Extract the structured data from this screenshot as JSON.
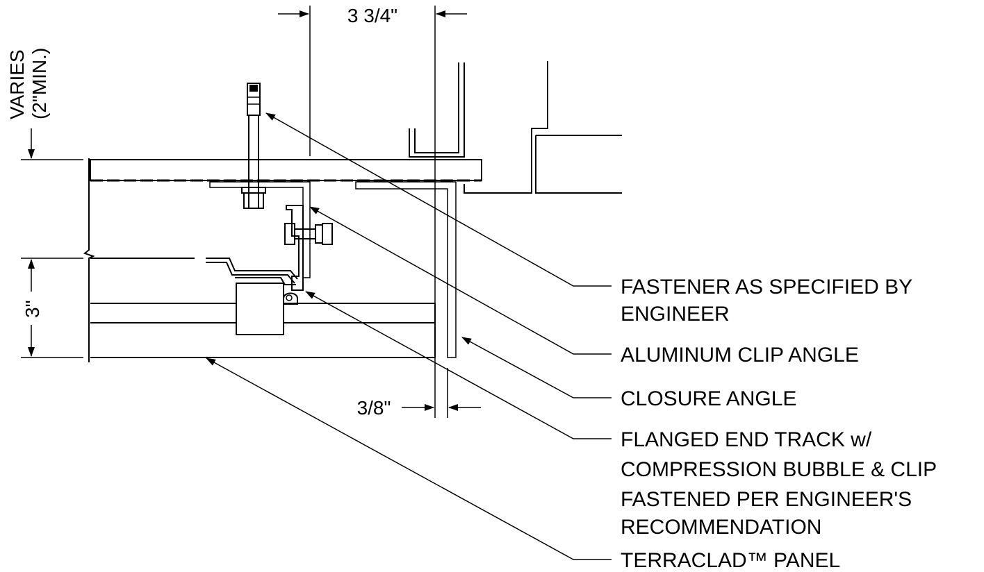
{
  "dimensions": {
    "top_width": "3 3/4\"",
    "varies_line1": "VARIES",
    "varies_line2": "(2\"MIN.)",
    "panel_height": "3\"",
    "gap_width": "3/8\""
  },
  "callouts": [
    {
      "lines": [
        "FASTENER AS SPECIFIED BY",
        "ENGINEER"
      ]
    },
    {
      "lines": [
        "ALUMINUM CLIP ANGLE"
      ]
    },
    {
      "lines": [
        "CLOSURE ANGLE"
      ]
    },
    {
      "lines": [
        "FLANGED END TRACK w/",
        "COMPRESSION BUBBLE & CLIP",
        "FASTENED PER ENGINEER'S",
        "RECOMMENDATION"
      ]
    },
    {
      "lines": [
        "TERRACLAD™ PANEL"
      ]
    }
  ]
}
